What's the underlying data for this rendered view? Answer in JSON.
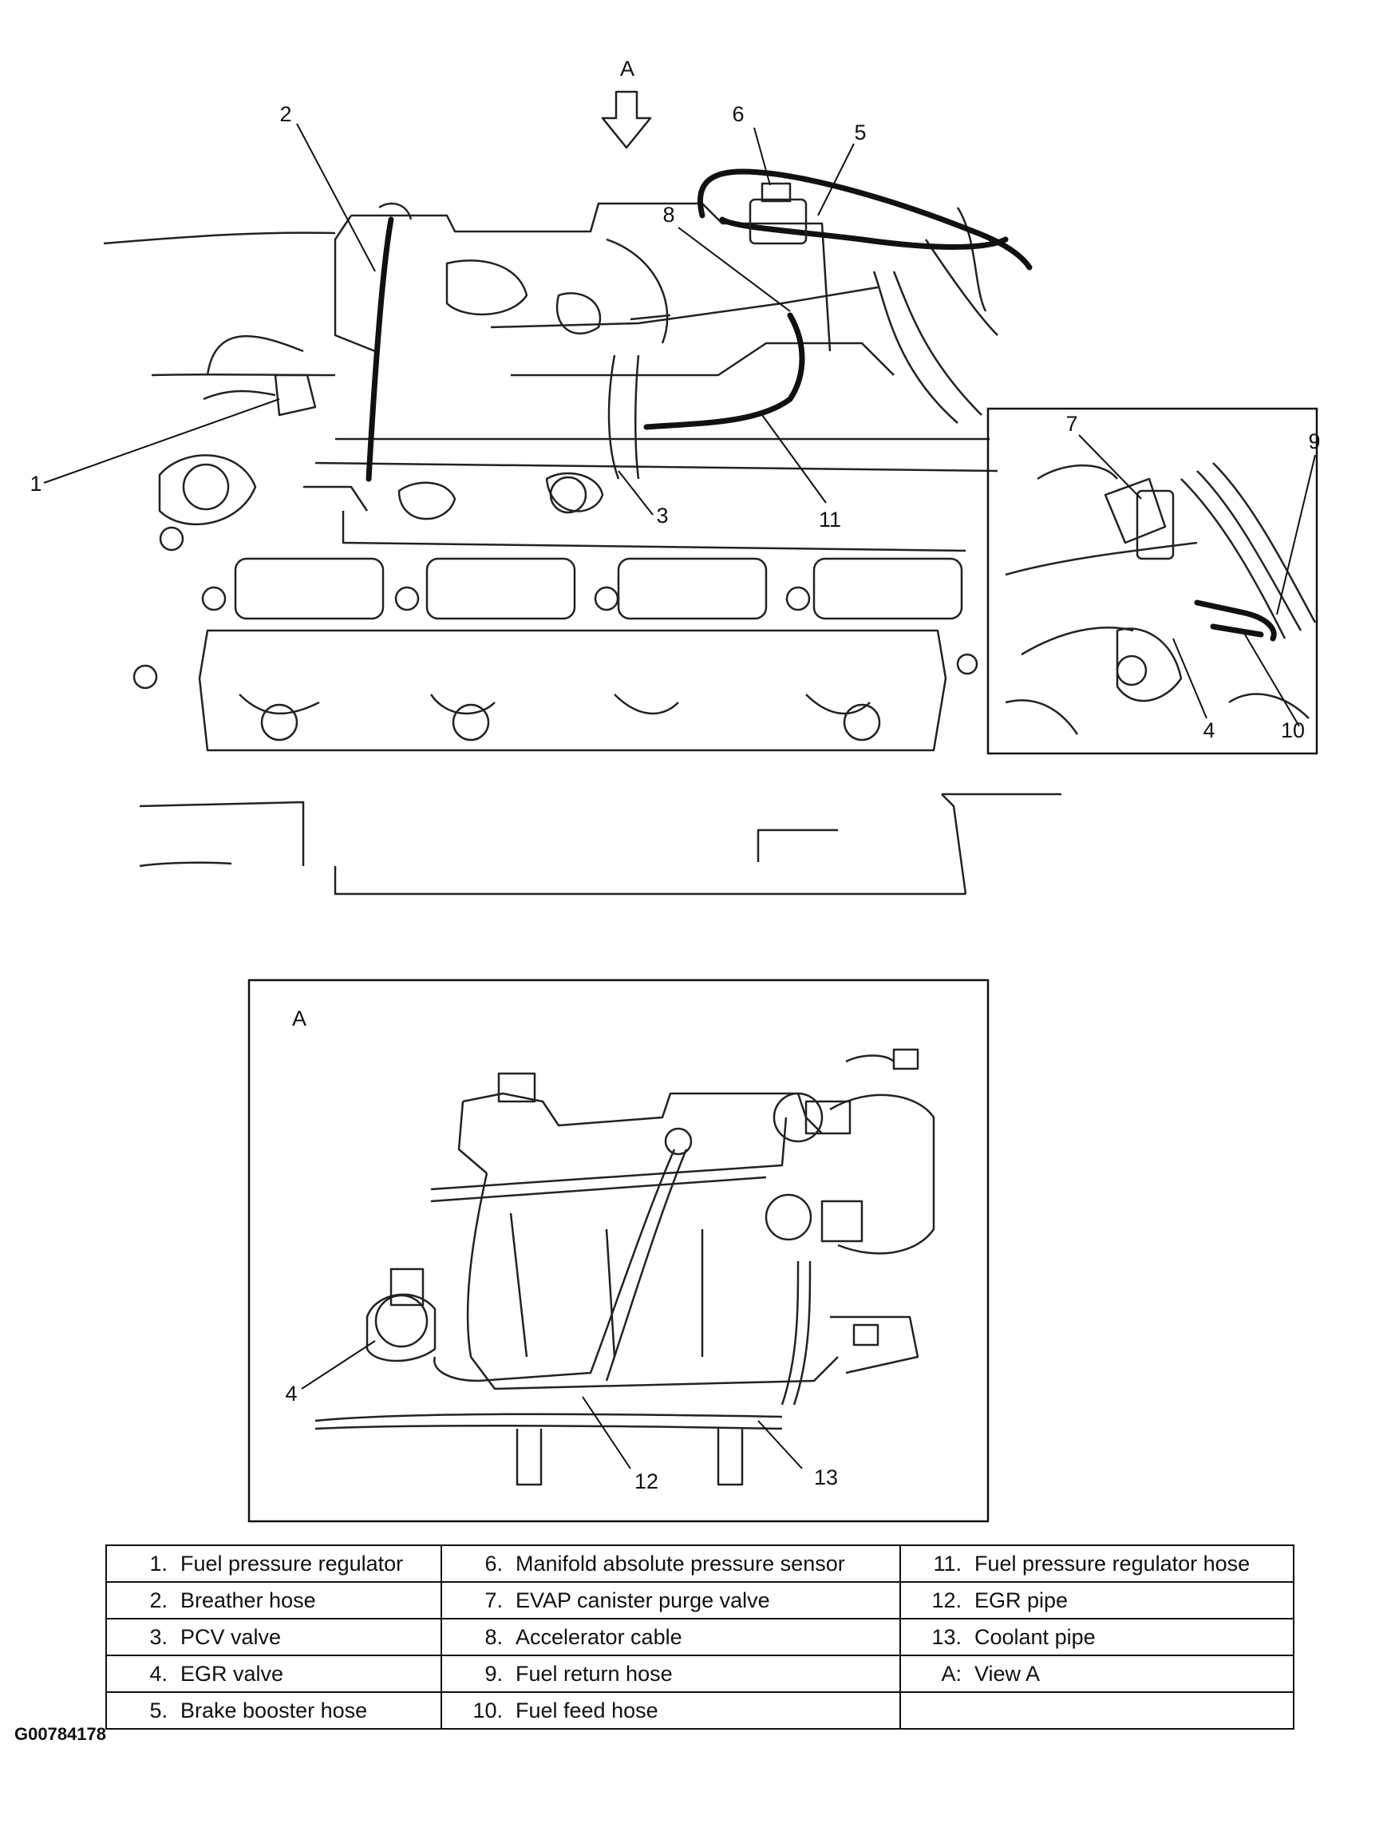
{
  "callouts": {
    "view_a_arrow": "A",
    "c1": "1",
    "c2": "2",
    "c3": "3",
    "c4": "4",
    "c5": "5",
    "c6": "6",
    "c7": "7",
    "c8": "8",
    "c9": "9",
    "c10": "10",
    "c11": "11",
    "c12": "12",
    "c13": "13",
    "view_a_box": "A"
  },
  "legend": [
    [
      {
        "num": "1.",
        "text": "Fuel pressure regulator"
      },
      {
        "num": "6.",
        "text": "Manifold absolute pressure sensor"
      },
      {
        "num": "11.",
        "text": "Fuel pressure regulator hose"
      }
    ],
    [
      {
        "num": "2.",
        "text": "Breather hose"
      },
      {
        "num": "7.",
        "text": "EVAP canister purge valve"
      },
      {
        "num": "12.",
        "text": "EGR pipe"
      }
    ],
    [
      {
        "num": "3.",
        "text": "PCV valve"
      },
      {
        "num": "8.",
        "text": "Accelerator cable"
      },
      {
        "num": "13.",
        "text": "Coolant pipe"
      }
    ],
    [
      {
        "num": "4.",
        "text": "EGR valve"
      },
      {
        "num": "9.",
        "text": "Fuel return hose"
      },
      {
        "num": "A:",
        "text": "View A"
      }
    ],
    [
      {
        "num": "5.",
        "text": "Brake booster hose"
      },
      {
        "num": "10.",
        "text": "Fuel feed hose"
      },
      {
        "num": "",
        "text": ""
      }
    ]
  ],
  "figure_id": "G00784178"
}
